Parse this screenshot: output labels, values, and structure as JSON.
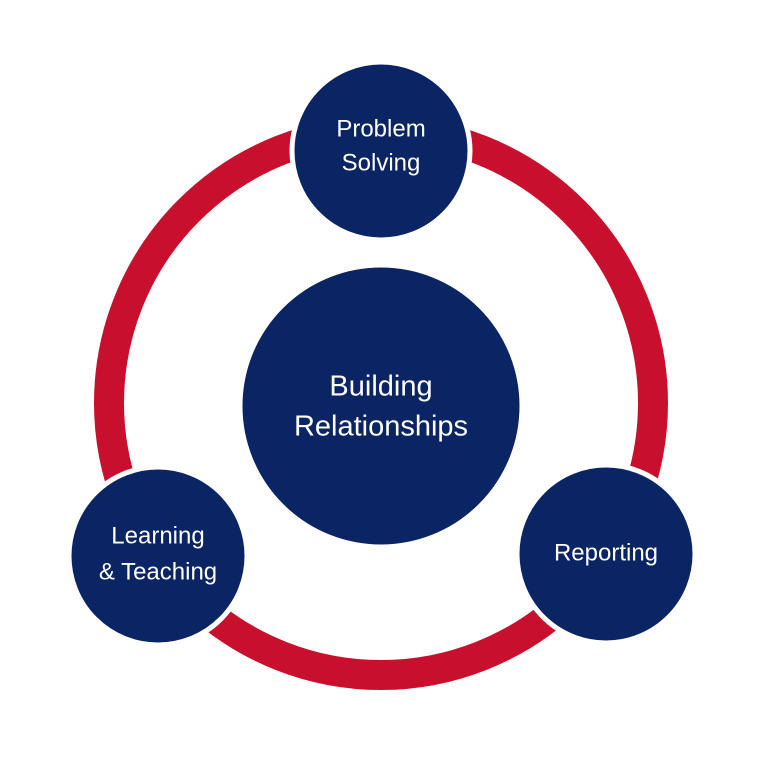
{
  "colors": {
    "ring": "#c8102e",
    "node_fill": "#0b2464",
    "node_border": "#ffffff",
    "label_text": "#ffffff"
  },
  "center": {
    "line1": "Building",
    "line2": "Relationships"
  },
  "nodes": {
    "top": {
      "line1": "Problem",
      "line2": "Solving"
    },
    "right": {
      "line1": "Reporting"
    },
    "left": {
      "line1": "Learning",
      "line2": "& Teaching"
    }
  }
}
